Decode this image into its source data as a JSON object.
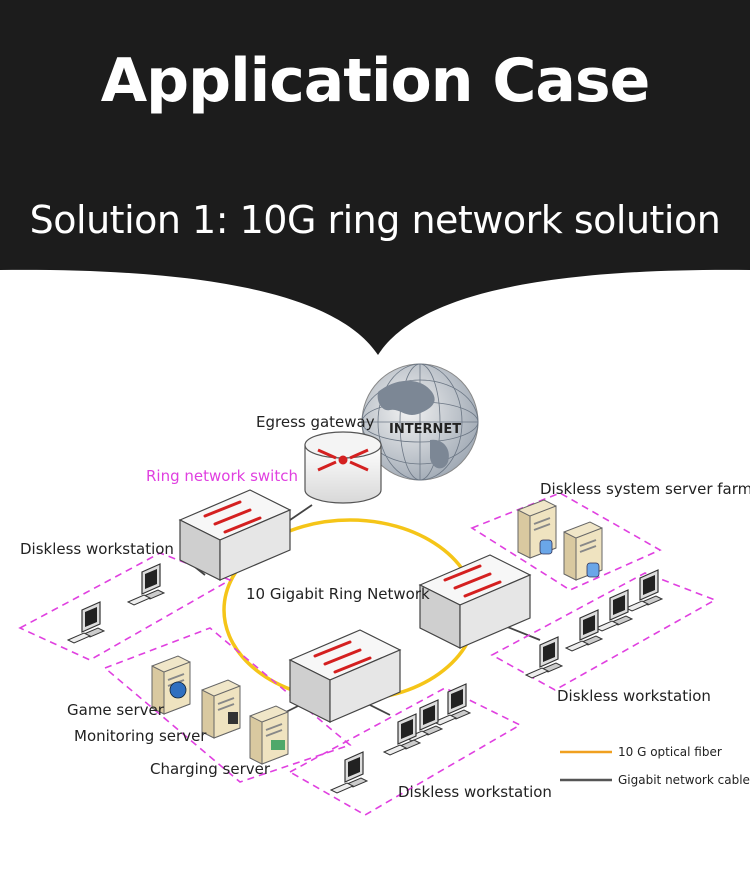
{
  "header": {
    "title": "Application Case",
    "subtitle": "Solution 1: 10G ring network solution"
  },
  "diagram": {
    "labels": {
      "egress_gateway": "Egress gateway",
      "internet": "INTERNET",
      "ring_switch": "Ring network switch",
      "server_farm": "Diskless system server farm",
      "workstation_left": "Diskless workstation",
      "ring_network": "10 Gigabit Ring Network",
      "workstation_right": "Diskless workstation",
      "game_server": "Game server",
      "monitoring_server": "Monitoring server",
      "charging_server": "Charging server",
      "workstation_bottom": "Diskless workstation"
    },
    "legend": {
      "fiber": "10 G optical fiber",
      "cable": "Gigabit network cable"
    },
    "colors": {
      "fiber": "#f5c518",
      "cable": "#444444",
      "zone": "#e040e0",
      "switch_arrow": "#d42020",
      "legend_fiber": "#f0a020",
      "legend_cable": "#555555"
    }
  }
}
